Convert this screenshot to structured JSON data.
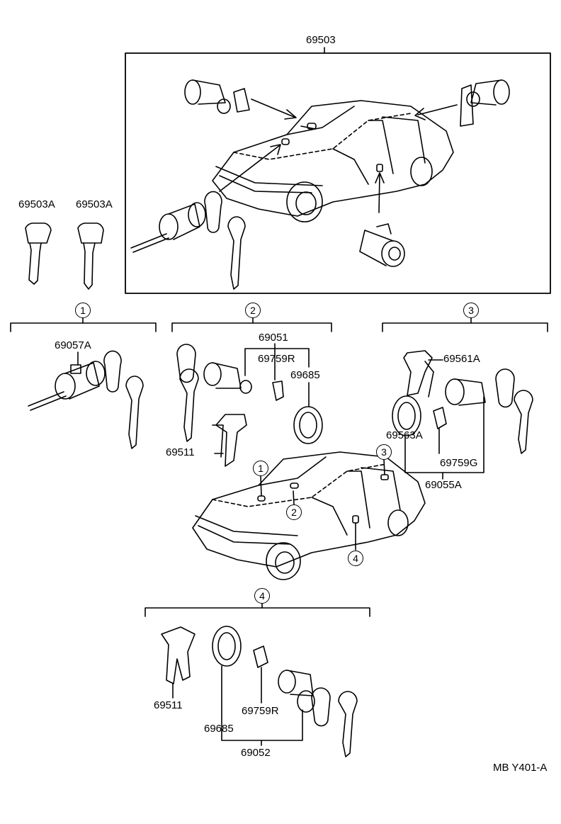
{
  "assembly_label": "69503",
  "keys": {
    "left": "69503A",
    "right": "69503A"
  },
  "sections": [
    {
      "number": "1",
      "parts": [
        "69057A"
      ]
    },
    {
      "number": "2",
      "parts": [
        "69051",
        "69759R",
        "69685",
        "69511"
      ]
    },
    {
      "number": "3",
      "parts": [
        "69561A",
        "69563A",
        "69759G",
        "69055A"
      ]
    },
    {
      "number": "4",
      "parts": [
        "69511",
        "69685",
        "69759R",
        "69052"
      ]
    }
  ],
  "car_callouts": [
    "1",
    "2",
    "3",
    "4"
  ],
  "footer": {
    "code": "MB Y401-A"
  }
}
